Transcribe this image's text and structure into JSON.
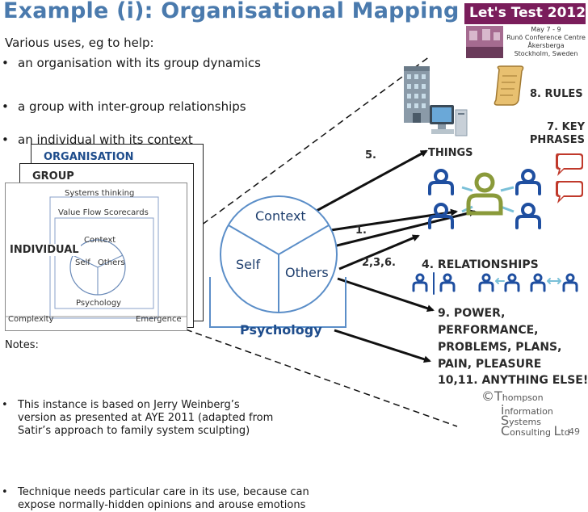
{
  "title": "Example (i): Organisational Mapping",
  "intro": "Various uses, eg to help:",
  "bullets": [
    "an organisation with its group dynamics",
    "a group with inter-group relationships",
    "an individual with its context"
  ],
  "event_logo": {
    "name": "Let's Test 2012",
    "lines": [
      "May 7 - 9",
      "Runö Conference Centre",
      "Åkersberga",
      "Stockholm, Sweden"
    ]
  },
  "rules_label": "8. RULES",
  "key_phrases_label": "7. KEY\nPHRASES",
  "things_label": "THINGS",
  "relationships_label": "4. RELATIONSHIPS",
  "power_label": "9. POWER,\nPERFORMANCE,\nPROBLEMS, PLANS,\nPAIN, PLEASURE",
  "anything_label": "10,11. ANYTHING ELSE!",
  "step_labels": {
    "s5": "5.",
    "s1": "1.",
    "s236": "2,3,6."
  },
  "layers": {
    "organisation": "ORGANISATION",
    "group": "GROUP",
    "individual": "INDIVIDUAL"
  },
  "inner_diagram": {
    "systems_thinking": "Systems thinking",
    "value_flow": "Value Flow Scorecards",
    "context": "Context",
    "self": "Self",
    "others": "Others",
    "psychology": "Psychology",
    "complexity": "Complexity",
    "emergence": "Emergence"
  },
  "big_diagram": {
    "context": "Context",
    "self": "Self",
    "others": "Others",
    "psychology": "Psychology"
  },
  "notes": {
    "heading": "Notes:",
    "items": [
      "This instance is based on Jerry Weinberg’s\nversion as presented at AYE 2011 (adapted from\nSatir’s approach to family system sculpting)",
      "Technique needs particular care in its use, because can\nexpose normally-hidden opinions and arouse emotions"
    ]
  },
  "footer": {
    "copyright": "©",
    "lines": [
      {
        "cap": "T",
        "rest": "hompson"
      },
      {
        "cap": "i",
        "rest": "nformation"
      },
      {
        "cap": "S",
        "rest": "ystems"
      },
      {
        "cap": "C",
        "rest": "onsulting "
      },
      {
        "cap": "L",
        "rest": "td"
      }
    ],
    "page_number": "49"
  },
  "colors": {
    "title": "#4a7aad",
    "people_blue": "#1f4fa0",
    "people_green": "#8a9a3a",
    "bubble_red": "#c0392b",
    "psychology": "#1f4d8c"
  }
}
